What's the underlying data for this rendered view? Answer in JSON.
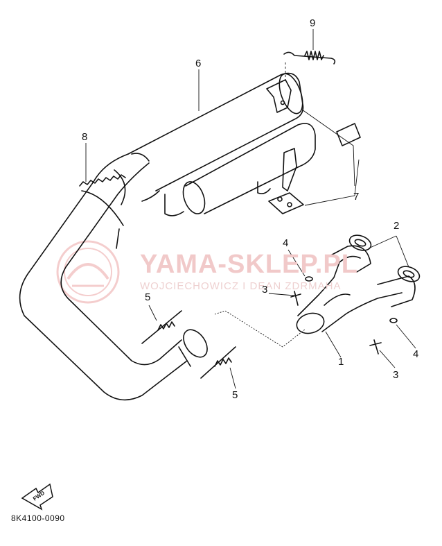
{
  "watermark": {
    "title": "YAMA-SKLEP.PL",
    "subtitle": "WOJCIECHOWICZ I DEAN ZDRMAHA",
    "logo_color": "#f0b8b8"
  },
  "callouts": [
    "9",
    "6",
    "8",
    "7",
    "2",
    "4",
    "3",
    "5",
    "1",
    "4",
    "3",
    "5"
  ],
  "fwd_label": "FWD",
  "diagram_code": "8K4100-0090",
  "colors": {
    "line": "#111111",
    "watermark": "#f0b8b8"
  }
}
